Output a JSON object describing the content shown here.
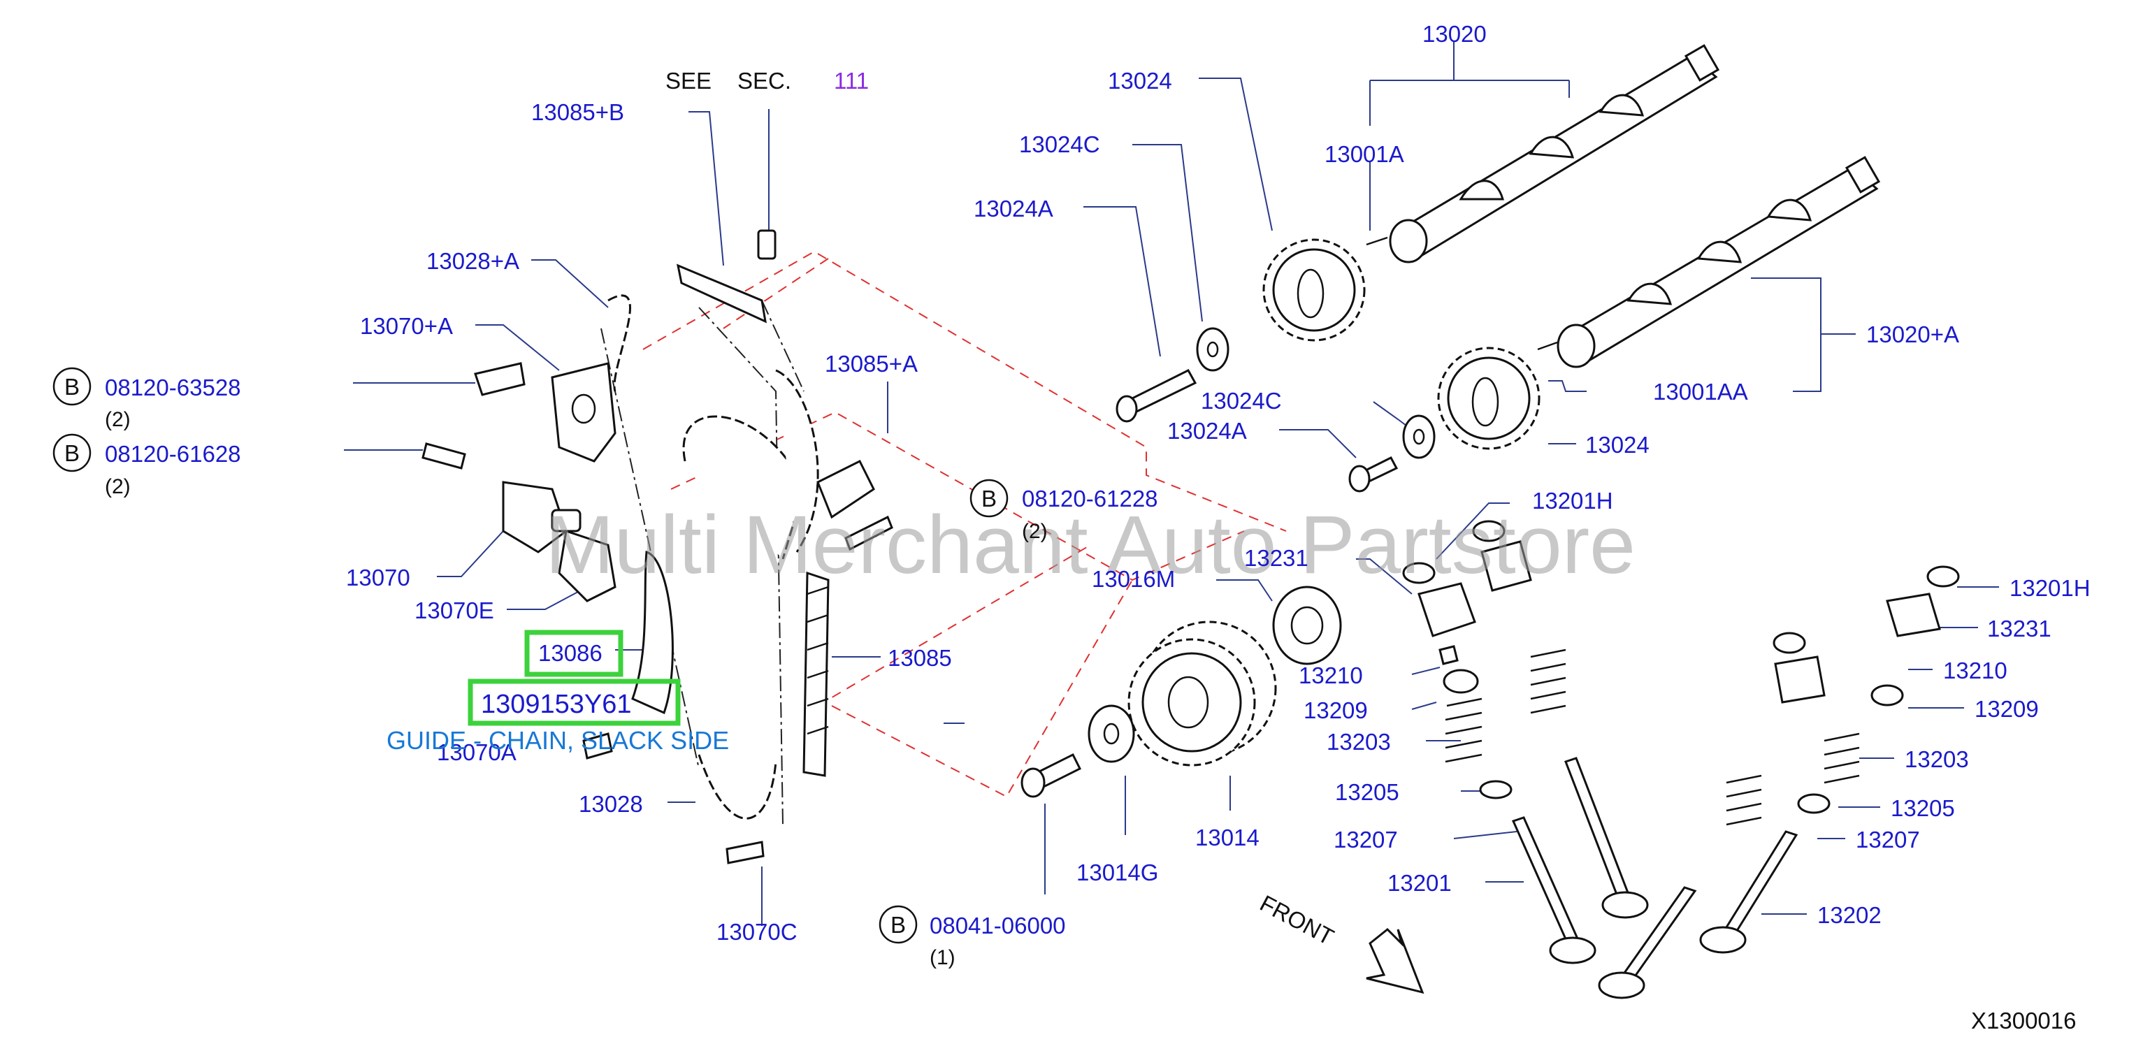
{
  "see_label": "SEE",
  "sec_label": "SEC.",
  "sec_number": "111",
  "circle_letter": "B",
  "caption": "GUIDE - CHAIN, SLACK SIDE",
  "highlight_part": "1309153Y61",
  "watermark": "Multi Merchant Auto Partstore",
  "front_label": "FRONT",
  "figure_code": "X1300016",
  "colors": {
    "part_number": "#1a1acc",
    "highlight": "#3cd23c",
    "leader": "#2a3a8a",
    "reference": "#8a2be2",
    "dashed": "#e03030"
  },
  "parts": {
    "p13020": "13020",
    "p13024_top": "13024",
    "p13001A": "13001A",
    "p13085B": "13085+B",
    "p13024C_top": "13024C",
    "p13024A_top": "13024A",
    "p13028A": "13028+A",
    "p13070A_plus": "13070+A",
    "p13085A_plus": "13085+A",
    "p13020A_plus": "13020+A",
    "p13024C_low": "13024C",
    "p13001AA": "13001AA",
    "p13024A_low": "13024A",
    "p13024_low": "13024",
    "p13201H_top": "13201H",
    "p13231_top": "13231",
    "p13016M": "13016M",
    "p13070": "13070",
    "p13070E": "13070E",
    "p13086": "13086",
    "p13085": "13085",
    "p13070A": "13070A",
    "p13028": "13028",
    "p13070C": "13070C",
    "p13014": "13014",
    "p13014G": "13014G",
    "p13210_l": "13210",
    "p13209_l": "13209",
    "p13203_l": "13203",
    "p13205_l": "13205",
    "p13207_l": "13207",
    "p13201": "13201",
    "p13201H_r": "13201H",
    "p13231_r": "13231",
    "p13210_r": "13210",
    "p13209_r": "13209",
    "p13203_r": "13203",
    "p13205_r": "13205",
    "p13207_r": "13207",
    "p13202": "13202"
  },
  "bolts": [
    {
      "number": "08120-63528",
      "qty": "(2)"
    },
    {
      "number": "08120-61628",
      "qty": "(2)"
    },
    {
      "number": "08120-61228",
      "qty": "(2)"
    },
    {
      "number": "08041-06000",
      "qty": "(1)"
    }
  ]
}
